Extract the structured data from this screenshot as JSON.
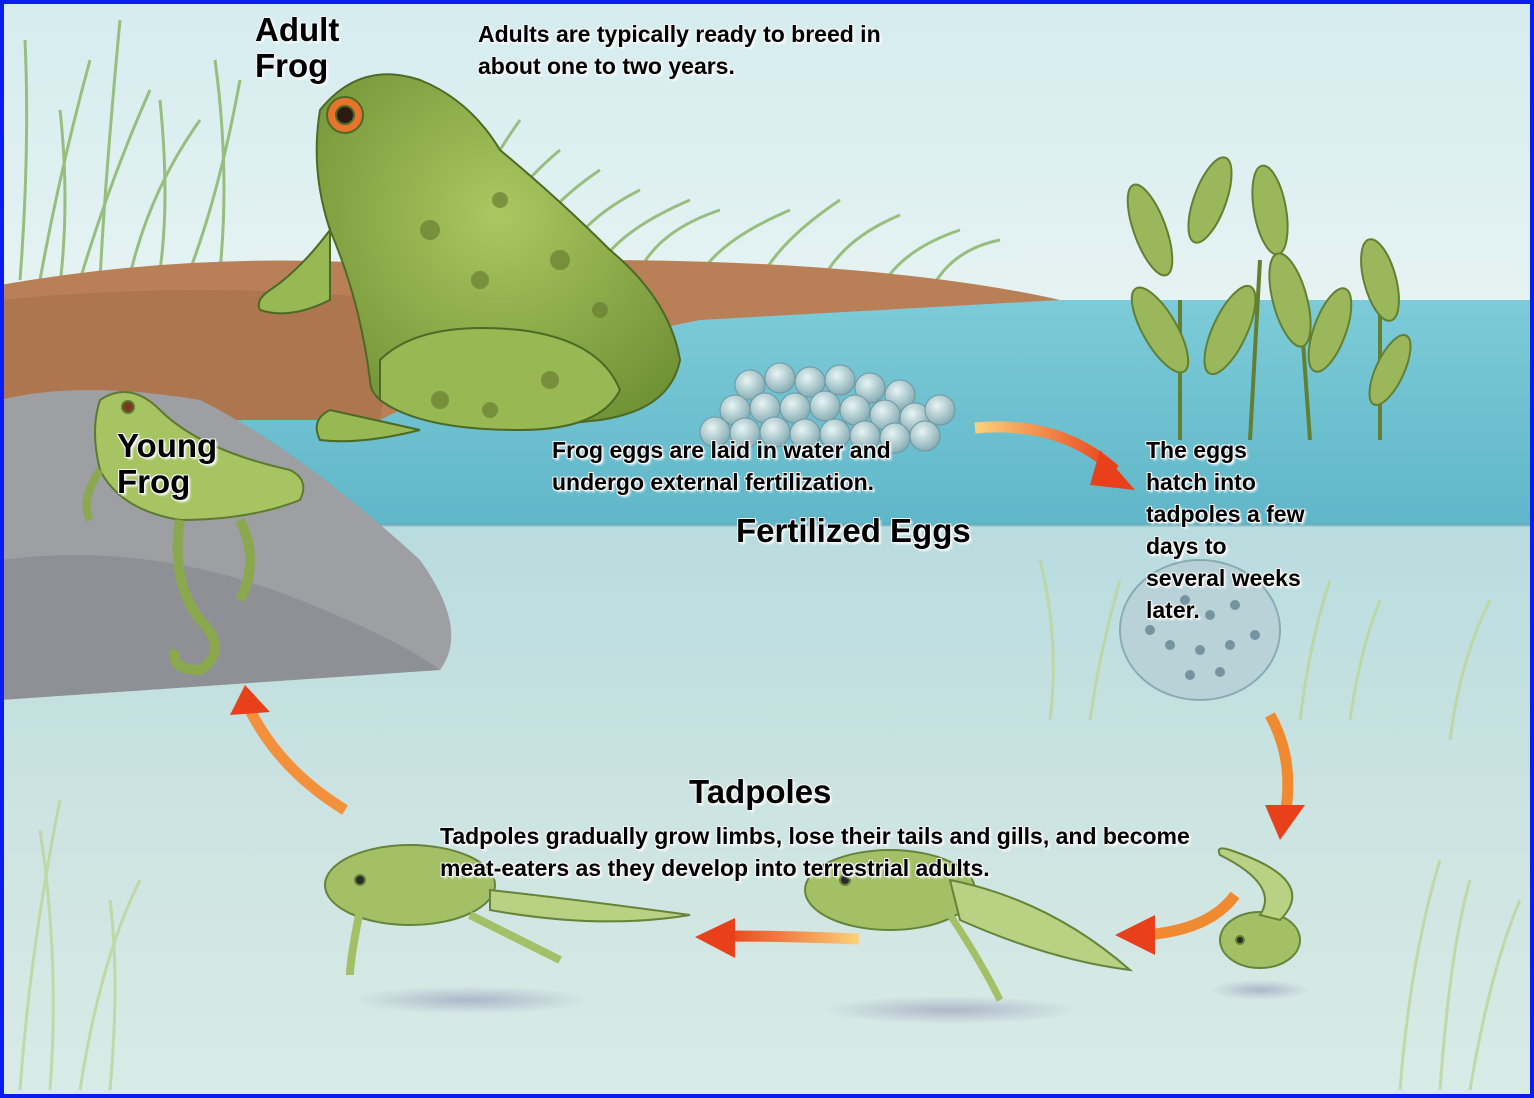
{
  "stages": {
    "adult_frog": {
      "title": "Adult Frog",
      "note": "Adults are typically ready to breed in about one to two years."
    },
    "fertilized_eggs": {
      "title": "Fertilized Eggs",
      "note": "Frog eggs are laid in water and undergo external fertilization."
    },
    "hatching": {
      "note": "The eggs hatch into tadpoles a few days to several weeks later."
    },
    "tadpoles": {
      "title": "Tadpoles",
      "note": "Tadpoles gradually grow limbs, lose their tails and gills, and become meat-eaters as they develop into terrestrial adults."
    },
    "young_frog": {
      "title": "Young Frog"
    }
  },
  "colors": {
    "sky": "#dceef0",
    "water_surface": "#6cc3d3",
    "water_deep": "#a8d4d8",
    "mud_bank": "#b87a4e",
    "frog_green": "#8fb04a",
    "arrow_orange": "#f26a1b"
  }
}
